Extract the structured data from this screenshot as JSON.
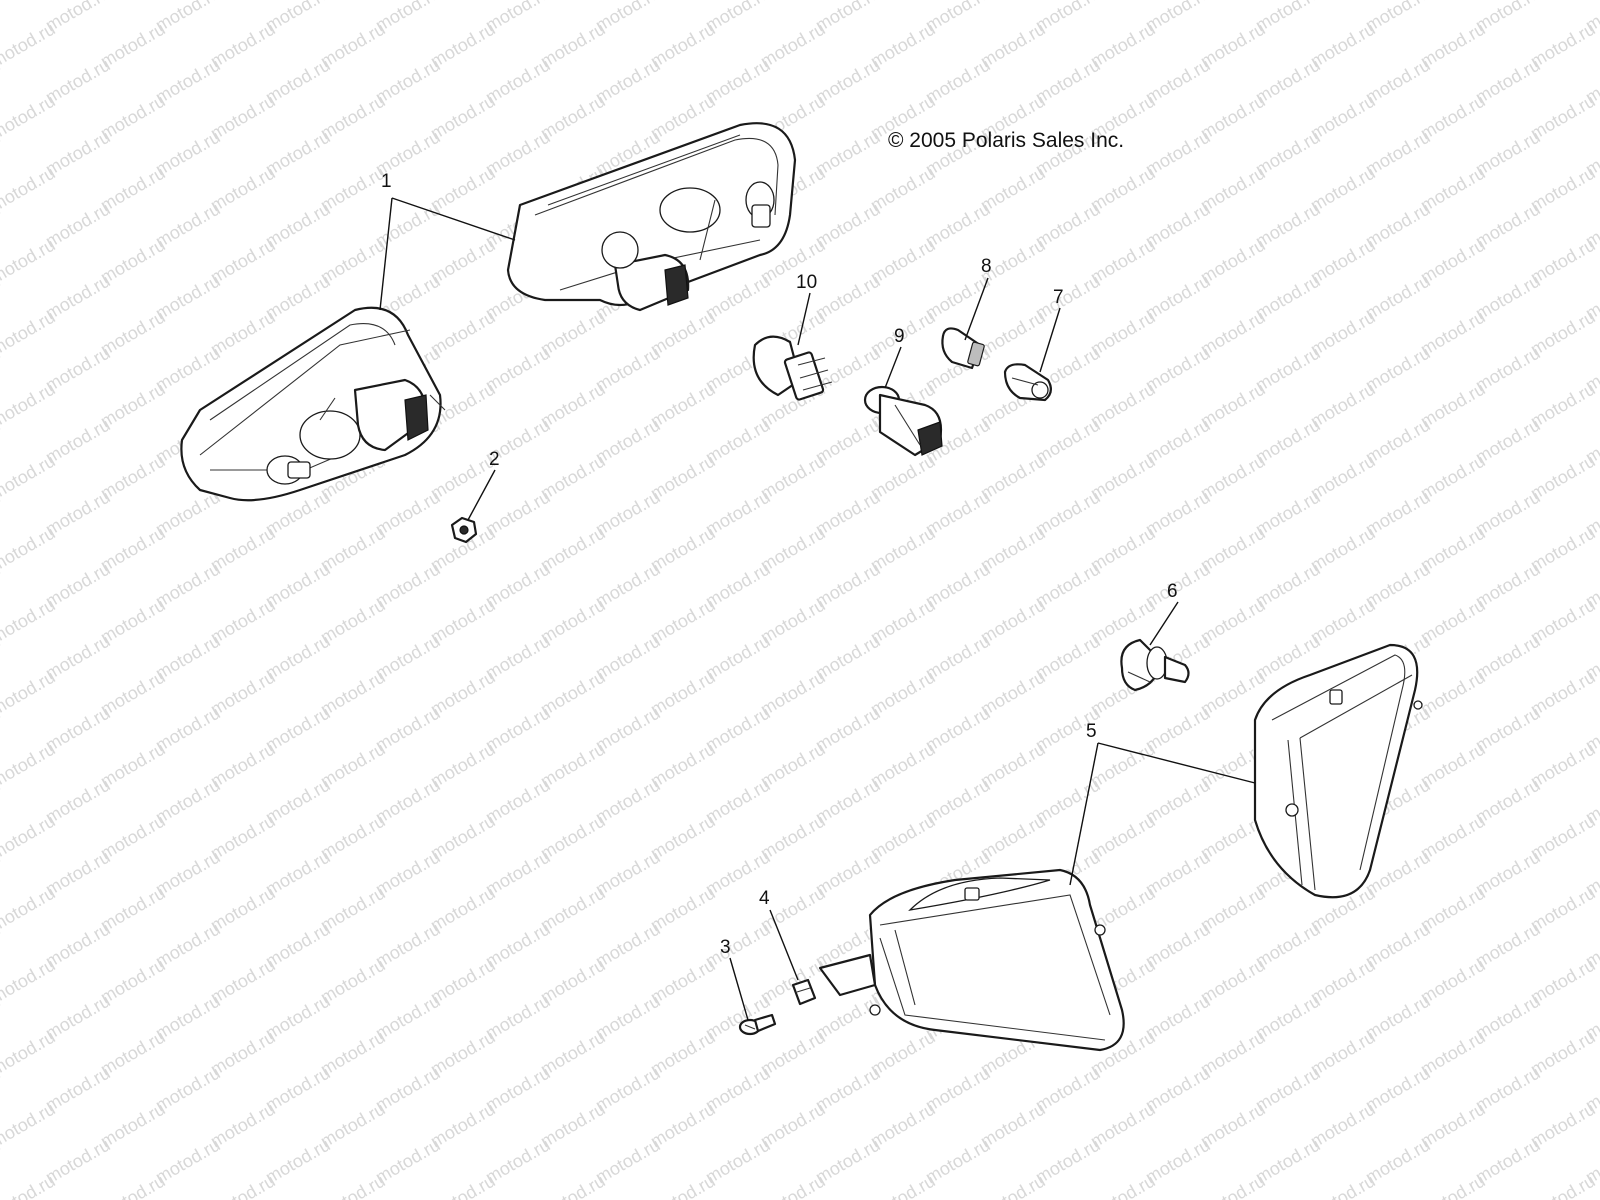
{
  "watermark": "motod.ru",
  "copyright": "© 2005 Polaris Sales Inc.",
  "callouts": [
    {
      "id": "1",
      "label": "1"
    },
    {
      "id": "2",
      "label": "2"
    },
    {
      "id": "3",
      "label": "3"
    },
    {
      "id": "4",
      "label": "4"
    },
    {
      "id": "5",
      "label": "5"
    },
    {
      "id": "6",
      "label": "6"
    },
    {
      "id": "7",
      "label": "7"
    },
    {
      "id": "8",
      "label": "8"
    },
    {
      "id": "9",
      "label": "9"
    },
    {
      "id": "10",
      "label": "10"
    }
  ]
}
